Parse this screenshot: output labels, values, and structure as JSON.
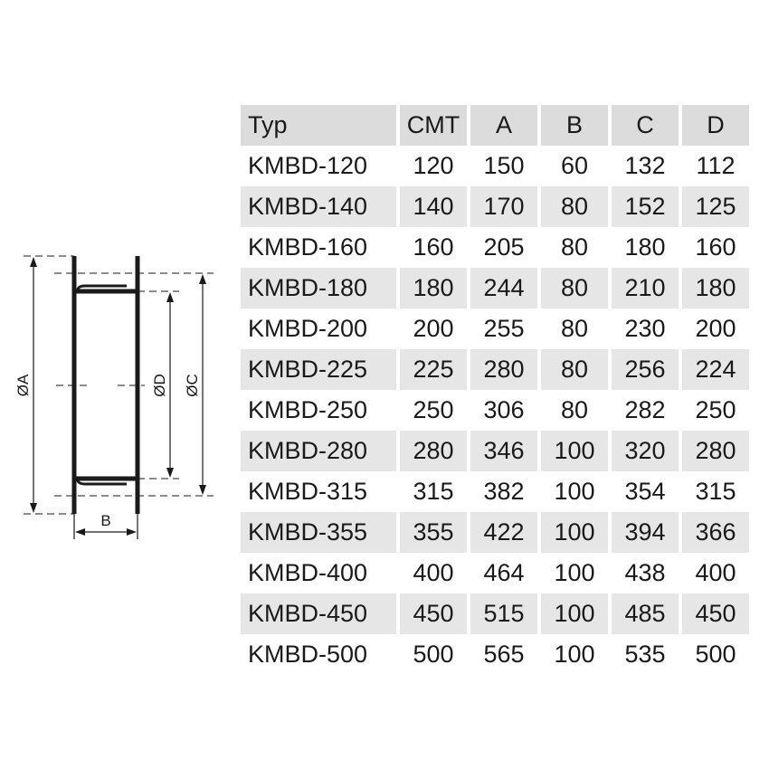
{
  "drawing": {
    "labels": {
      "dia_a": "ØA",
      "dia_d": "ØD",
      "dia_c": "ØC",
      "width_b": "B"
    }
  },
  "table": {
    "headers": [
      "Typ",
      "CMT",
      "A",
      "B",
      "C",
      "D"
    ],
    "rows": [
      [
        "KMBD-120",
        "120",
        "150",
        "60",
        "132",
        "112"
      ],
      [
        "KMBD-140",
        "140",
        "170",
        "80",
        "152",
        "125"
      ],
      [
        "KMBD-160",
        "160",
        "205",
        "80",
        "180",
        "160"
      ],
      [
        "KMBD-180",
        "180",
        "244",
        "80",
        "210",
        "180"
      ],
      [
        "KMBD-200",
        "200",
        "255",
        "80",
        "230",
        "200"
      ],
      [
        "KMBD-225",
        "225",
        "280",
        "80",
        "256",
        "224"
      ],
      [
        "KMBD-250",
        "250",
        "306",
        "80",
        "282",
        "250"
      ],
      [
        "KMBD-280",
        "280",
        "346",
        "100",
        "320",
        "280"
      ],
      [
        "KMBD-315",
        "315",
        "382",
        "100",
        "354",
        "315"
      ],
      [
        "KMBD-355",
        "355",
        "422",
        "100",
        "394",
        "366"
      ],
      [
        "KMBD-400",
        "400",
        "464",
        "100",
        "438",
        "400"
      ],
      [
        "KMBD-450",
        "450",
        "515",
        "100",
        "485",
        "450"
      ],
      [
        "KMBD-500",
        "500",
        "565",
        "100",
        "535",
        "500"
      ]
    ]
  }
}
